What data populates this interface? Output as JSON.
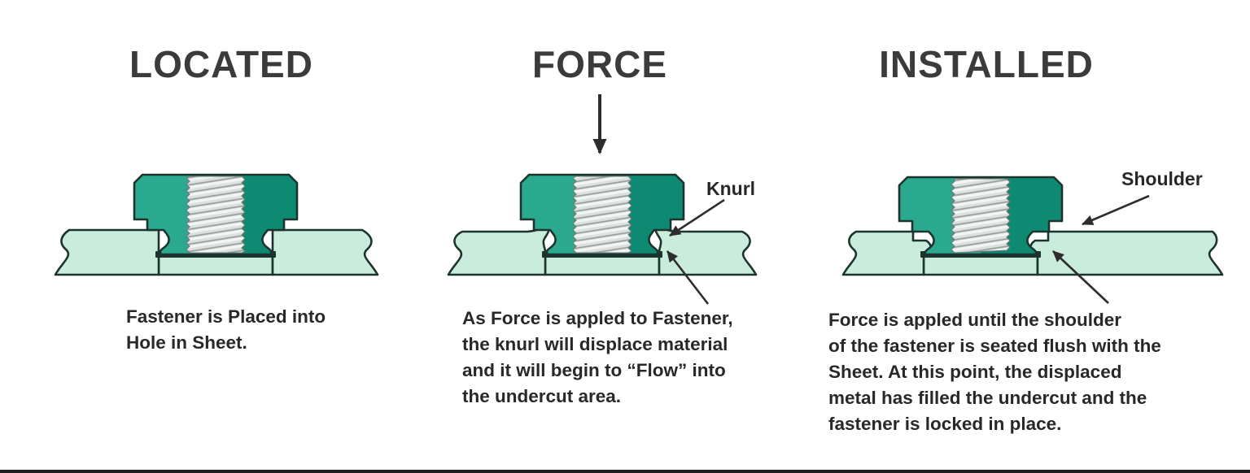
{
  "stages": [
    {
      "title": "LOCATED",
      "desc_lines": [
        "Fastener is Placed into",
        "Hole in Sheet."
      ]
    },
    {
      "title": "FORCE",
      "desc_lines": [
        "As Force is appled to Fastener,",
        "the knurl will displace material",
        "and it will begin to “Flow” into",
        "the undercut area."
      ],
      "callout": "Knurl"
    },
    {
      "title": "INSTALLED",
      "desc_lines": [
        "Force is appled until the shoulder",
        "of the fastener is seated flush with the",
        "Sheet. At this point, the displaced",
        "metal has filled the undercut and the",
        "fastener is locked in place."
      ],
      "callout": "Shoulder"
    }
  ],
  "colors": {
    "title_color": "#3b3b3c",
    "text_color": "#282828",
    "outline": "#1d342e",
    "fastener_teal_light": "#2aa98e",
    "fastener_teal_dark": "#0e8a73",
    "sheet_mint": "#c9ecdc",
    "thread_base": "#dce1df",
    "thread_highlight": "#f2f5f4",
    "thread_shadow": "#98a09d",
    "arrow_color": "#2d2d2d"
  }
}
